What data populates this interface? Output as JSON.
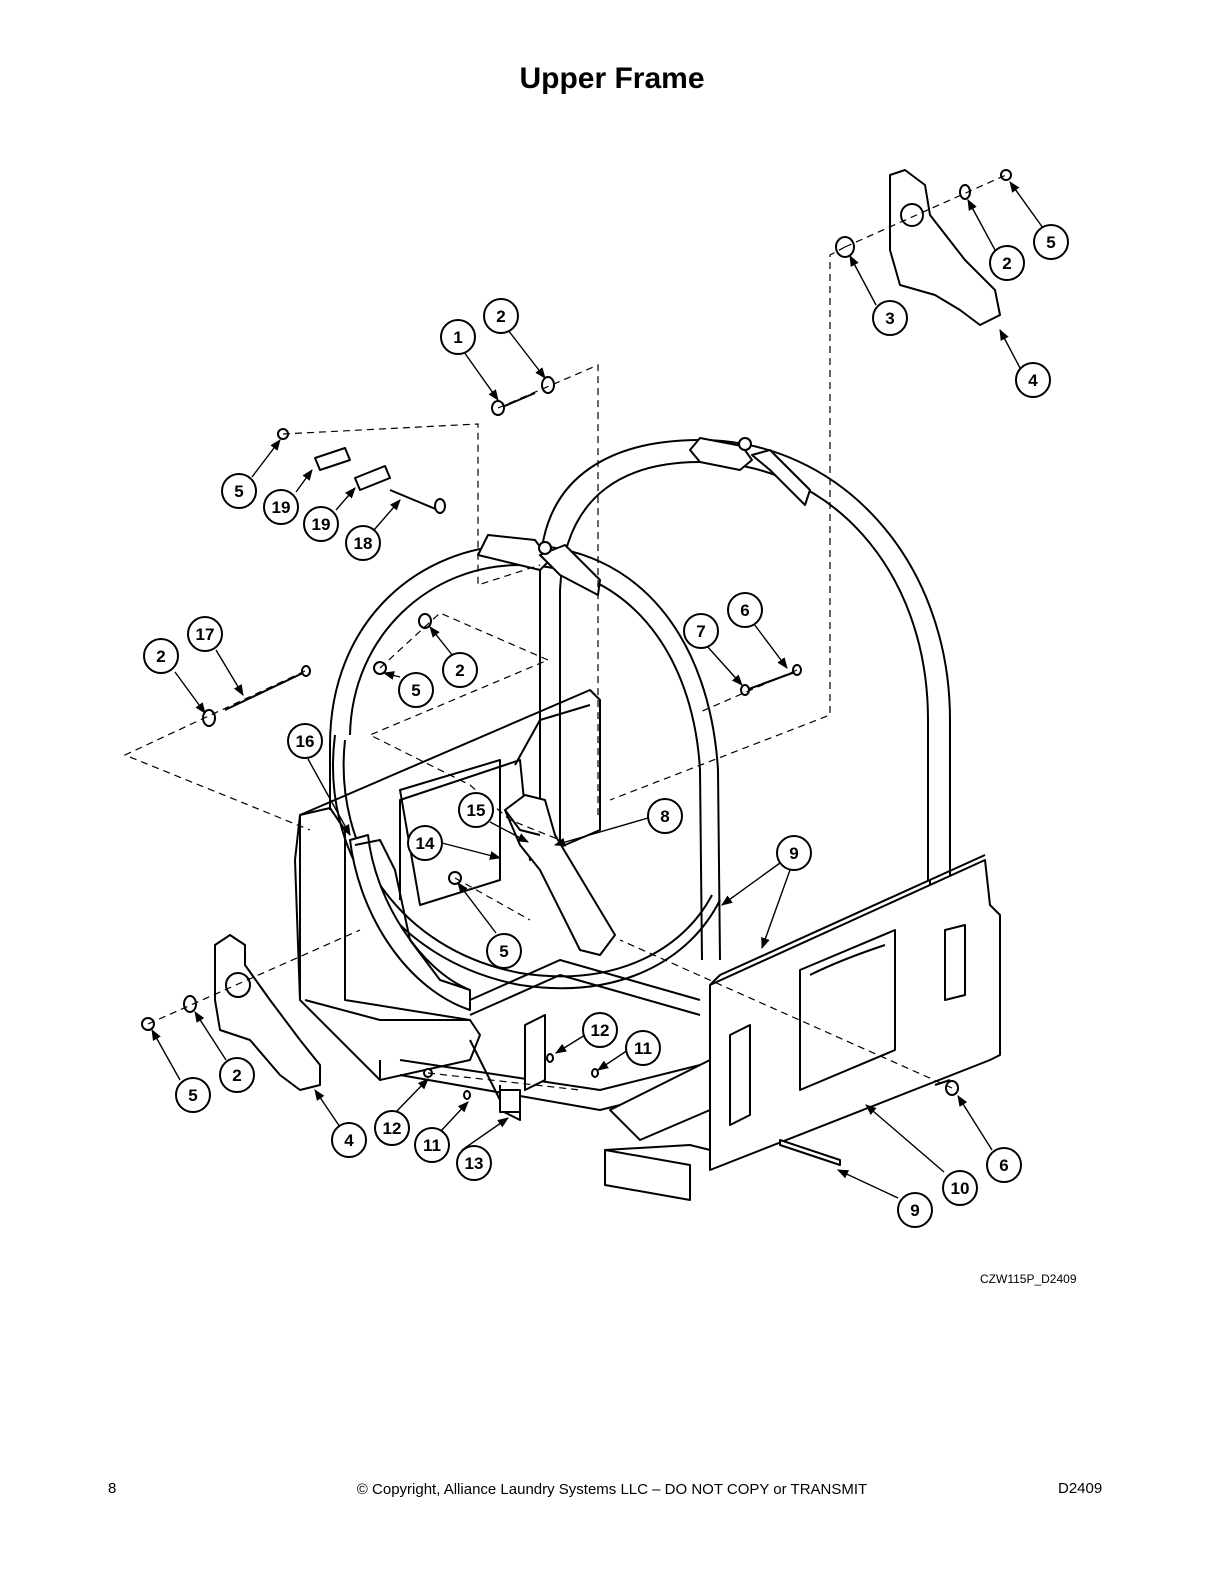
{
  "page": {
    "title": "Upper Frame",
    "drawing_code": "CZW115P_D2409",
    "page_number": "8",
    "copyright": "© Copyright, Alliance Laundry Systems LLC – DO NOT COPY or TRANSMIT",
    "document_number": "D2409"
  },
  "callouts": [
    {
      "label": "1"
    },
    {
      "label": "2"
    },
    {
      "label": "5"
    },
    {
      "label": "2"
    },
    {
      "label": "3"
    },
    {
      "label": "4"
    },
    {
      "label": "5"
    },
    {
      "label": "19"
    },
    {
      "label": "19"
    },
    {
      "label": "18"
    },
    {
      "label": "2"
    },
    {
      "label": "17"
    },
    {
      "label": "5"
    },
    {
      "label": "2"
    },
    {
      "label": "7"
    },
    {
      "label": "6"
    },
    {
      "label": "16"
    },
    {
      "label": "15"
    },
    {
      "label": "8"
    },
    {
      "label": "14"
    },
    {
      "label": "9"
    },
    {
      "label": "5"
    },
    {
      "label": "12"
    },
    {
      "label": "11"
    },
    {
      "label": "5"
    },
    {
      "label": "2"
    },
    {
      "label": "4"
    },
    {
      "label": "12"
    },
    {
      "label": "11"
    },
    {
      "label": "13"
    },
    {
      "label": "6"
    },
    {
      "label": "10"
    },
    {
      "label": "9"
    }
  ]
}
